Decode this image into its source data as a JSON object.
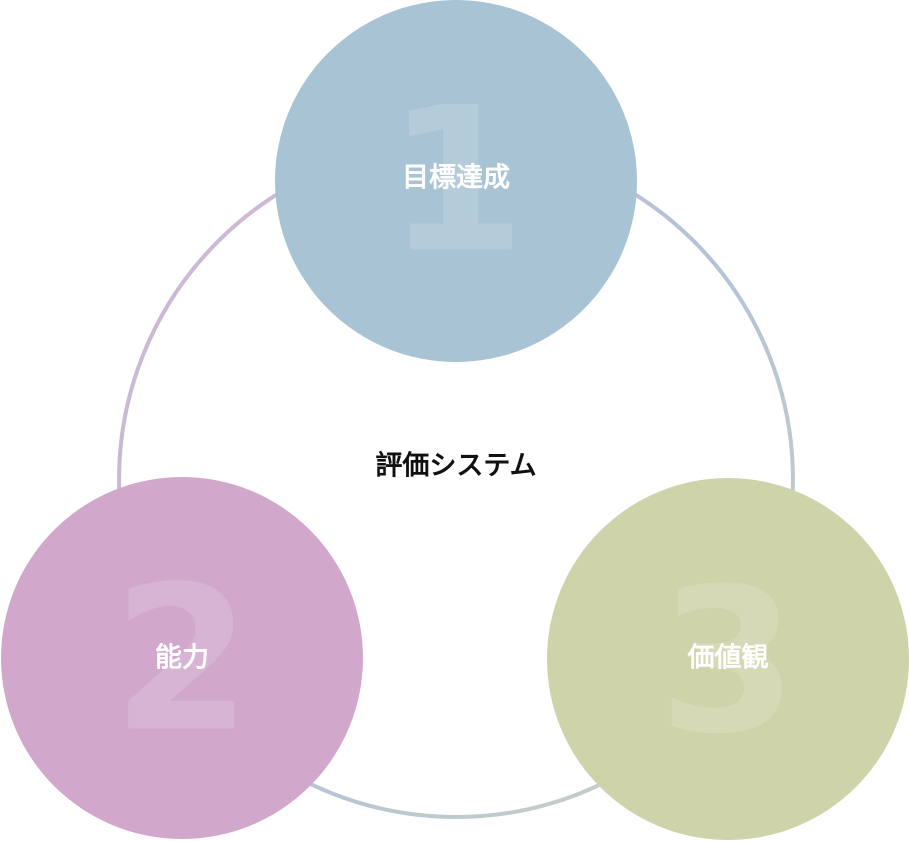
{
  "diagram": {
    "center_label": "評価システム",
    "nodes": [
      {
        "number": "1",
        "label": "目標達成",
        "color": "#a8c3d3"
      },
      {
        "number": "2",
        "label": "能力",
        "color": "#d1a8cc"
      },
      {
        "number": "3",
        "label": "価値観",
        "color": "#cfd3aa"
      }
    ],
    "ring_colors": {
      "top_left": "#d7b4d4",
      "top_right": "#b3c3d8",
      "bottom": "#cdd2bf"
    },
    "text_color": "#111111",
    "label_color": "#ffffff"
  }
}
